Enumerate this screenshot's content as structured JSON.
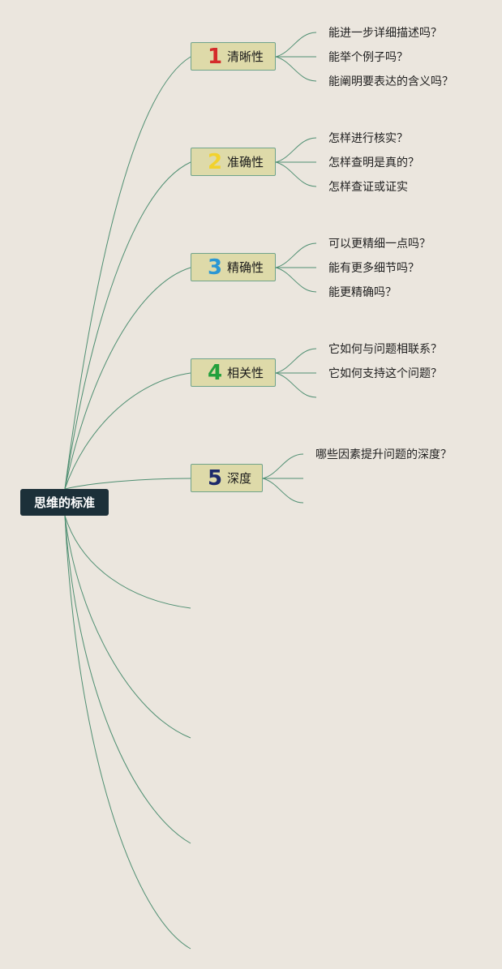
{
  "root": {
    "label": "思维的标准"
  },
  "colors": {
    "background": "#ebe6de",
    "root_bg": "#1c3039",
    "branch_bg": "#dedaa9",
    "line": "#4f8f72"
  },
  "branches": [
    {
      "number": "1",
      "number_color": "#d42b2b",
      "label": "清晰性",
      "items": [
        "能进一步详细描述吗？",
        "能举个例子吗？",
        "能阐明要表达的含义吗？"
      ]
    },
    {
      "number": "2",
      "number_color": "#f2d22c",
      "label": "准确性",
      "items": [
        "怎样进行核实？",
        "怎样查明是真的？",
        "怎样查证或证实"
      ]
    },
    {
      "number": "3",
      "number_color": "#2b97d4",
      "label": "精确性",
      "items": [
        "可以更精细一点吗？",
        "能有更多细节吗？",
        "能更精确吗？"
      ]
    },
    {
      "number": "4",
      "number_color": "#23a03c",
      "label": "相关性",
      "items": [
        "它如何与问题相联系？",
        "它如何支持这个问题？",
        ""
      ]
    },
    {
      "number": "5",
      "number_color": "#1d2a6b",
      "label": "深度",
      "items": [
        "哪些因素提升问题的深度？",
        "",
        ""
      ]
    }
  ]
}
